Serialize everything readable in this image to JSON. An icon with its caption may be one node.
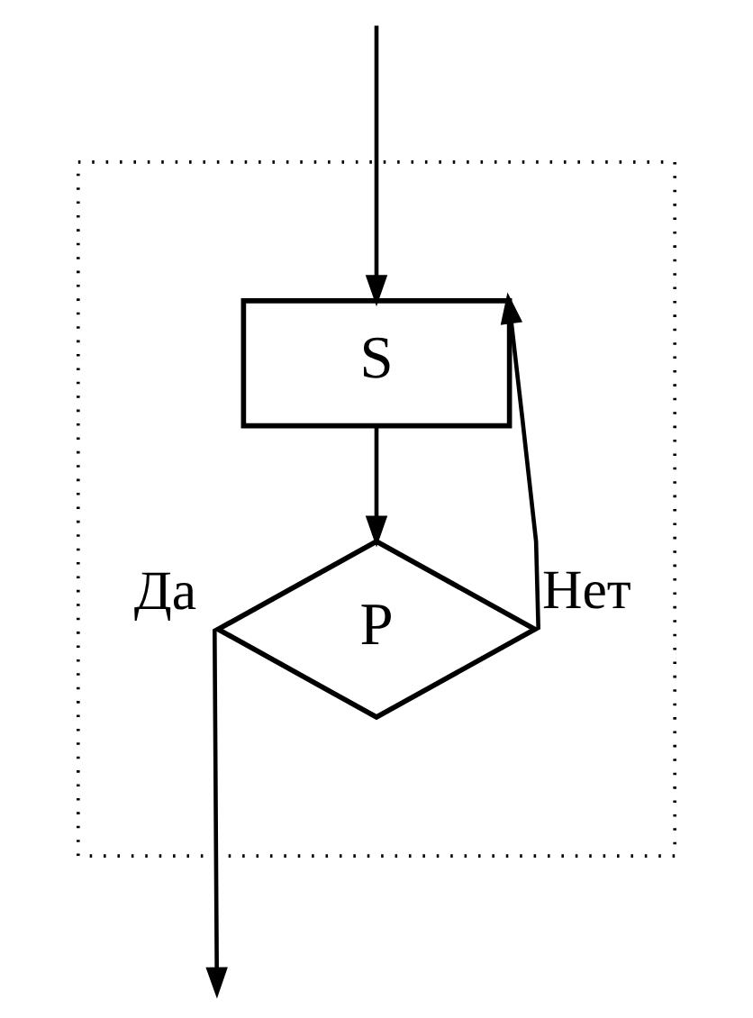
{
  "diagram": {
    "nodes": [
      {
        "text": [],
        "shape": "box"
      },
      {
        "text": [
          "S"
        ],
        "in": 0
      },
      {
        "text": [
          "P"
        ],
        "in": 0
      }
    ],
    "edges": [
      {
        "from": null,
        "to": 1,
        "arrow": "to"
      },
      {
        "from": 1,
        "to": 2,
        "arrow": "to"
      },
      {
        "from": 2,
        "to": 1,
        "label": "Нет",
        "arrow": "to"
      },
      {
        "from": 2,
        "to": null,
        "label": "Да",
        "arrow": "to"
      }
    ]
  }
}
